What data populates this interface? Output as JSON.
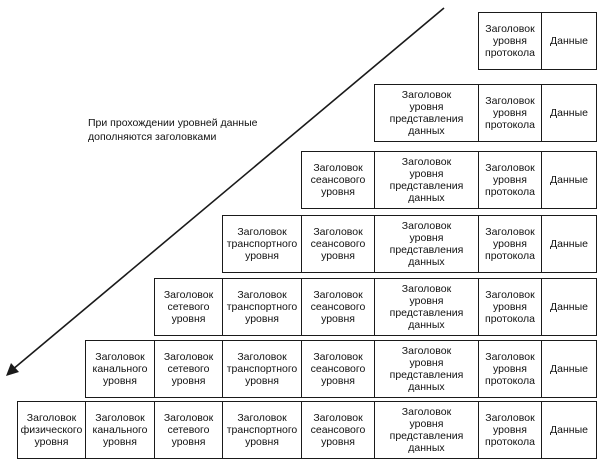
{
  "caption": "При прохождении уровней данные дополняются заголовками",
  "colors": {
    "line": "#1a1a1a",
    "background": "#ffffff"
  },
  "labels": {
    "phys": "Заголовок\nфизического\nуровня",
    "chan": "Заголовок\nканального\nуровня",
    "net": "Заголовок\nсетевого\nуровня",
    "trans": "Заголовок\nтранспортного\nуровня",
    "sess": "Заголовок\nсеансового\nуровня",
    "pres": "Заголовок\nуровня\nпредставления\nданных",
    "proto": "Заголовок\nуровня\nпротокола",
    "data": "Данные"
  },
  "rows": [
    [
      "proto",
      "data"
    ],
    [
      "pres",
      "proto",
      "data"
    ],
    [
      "sess",
      "pres",
      "proto",
      "data"
    ],
    [
      "trans",
      "sess",
      "pres",
      "proto",
      "data"
    ],
    [
      "net",
      "trans",
      "sess",
      "pres",
      "proto",
      "data"
    ],
    [
      "chan",
      "net",
      "trans",
      "sess",
      "pres",
      "proto",
      "data"
    ],
    [
      "phys",
      "chan",
      "net",
      "trans",
      "sess",
      "pres",
      "proto",
      "data"
    ]
  ]
}
